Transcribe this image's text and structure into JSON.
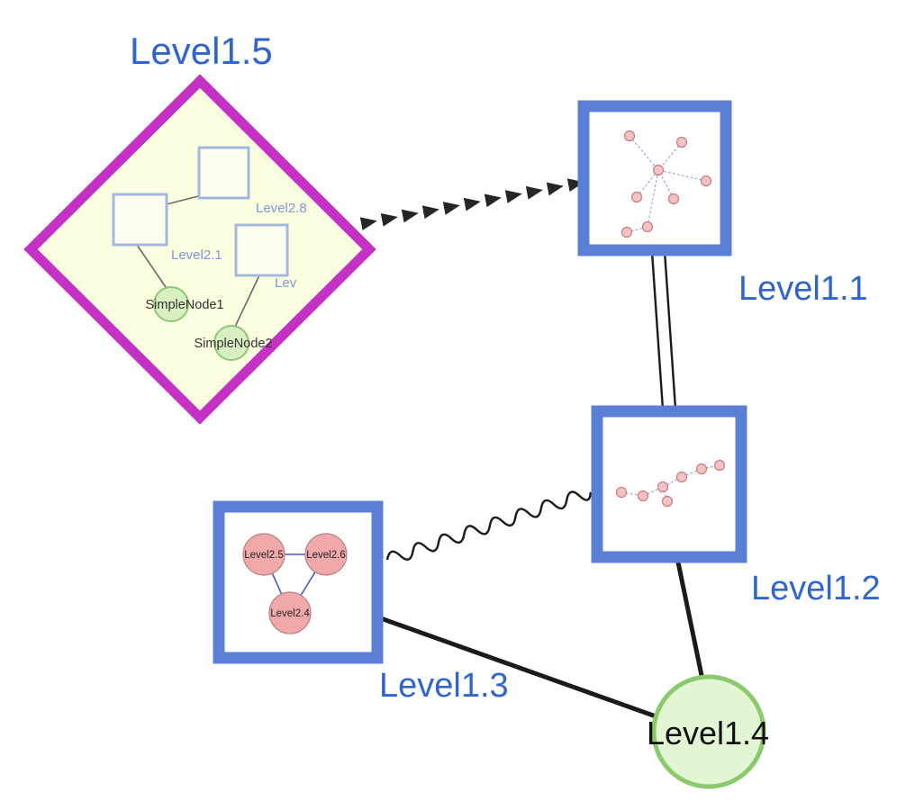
{
  "diagram": {
    "description": "Hierarchical nested graph with five top-level nodes and five edges",
    "colors": {
      "label_blue": "#2f65cc",
      "square_border_blue": "#5b7fd4",
      "diamond_border_magenta": "#c431c4",
      "diamond_fill_yellow": "#fbffe0",
      "green_fill": "#e3f6d3",
      "green_border": "#8bc96d",
      "pink_node_fill": "#f0a8a8",
      "edge_black": "#1a1a1a"
    },
    "level15": {
      "label": "Level1.5",
      "shape": "diamond",
      "children": {
        "square_top_label": "Level2.8",
        "square_left_label": "Level2.1",
        "square_right_label": "Lev",
        "node1_label": "SimpleNode1",
        "node2_label": "SimpleNode2"
      }
    },
    "level11": {
      "label": "Level1.1",
      "shape": "square",
      "content": "small pink node network with dashed edges"
    },
    "level12": {
      "label": "Level1.2",
      "shape": "square",
      "content": "small pink node chain with dashed edges"
    },
    "level13": {
      "label": "Level1.3",
      "shape": "square",
      "children": {
        "left": "Level2.5",
        "right": "Level2.6",
        "bottom": "Level2.4"
      }
    },
    "level14": {
      "label": "Level1.4",
      "shape": "circle"
    },
    "edges": [
      {
        "from": "Level1.5",
        "to": "Level1.1",
        "style": "thick-dashed-arrowheads"
      },
      {
        "from": "Level1.1",
        "to": "Level1.2",
        "style": "double-parallel-line"
      },
      {
        "from": "Level1.3",
        "to": "Level1.2",
        "style": "wavy-line"
      },
      {
        "from": "Level1.3",
        "to": "Level1.4",
        "style": "solid-thick"
      },
      {
        "from": "Level1.2",
        "to": "Level1.4",
        "style": "solid-thick"
      }
    ]
  }
}
